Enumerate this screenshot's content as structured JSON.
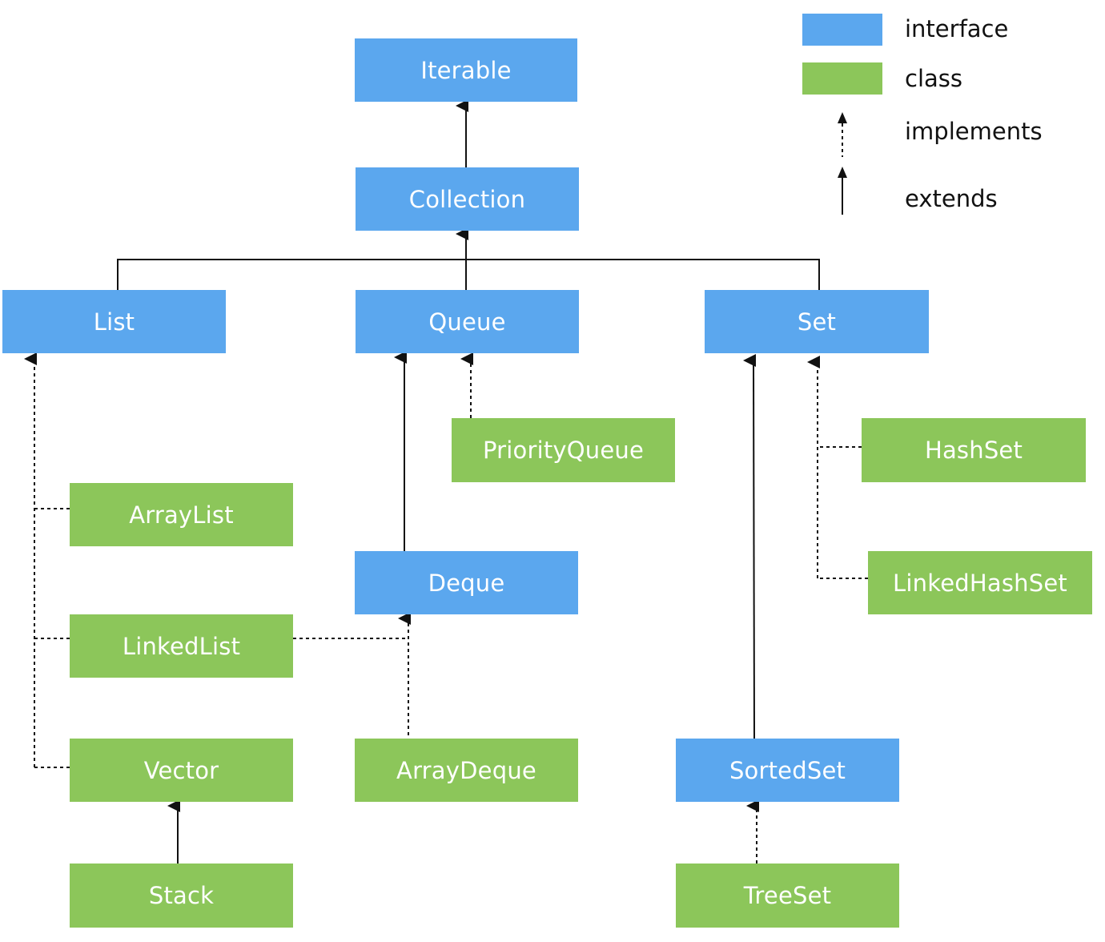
{
  "colors": {
    "interface": "#5ba7ee",
    "class": "#8cc65a",
    "line": "#111111"
  },
  "legend": {
    "interface_label": "interface",
    "class_label": "class",
    "implements_label": "implements",
    "extends_label": "extends"
  },
  "nodes": {
    "iterable": {
      "label": "Iterable",
      "kind": "interface"
    },
    "collection": {
      "label": "Collection",
      "kind": "interface"
    },
    "list": {
      "label": "List",
      "kind": "interface"
    },
    "queue": {
      "label": "Queue",
      "kind": "interface"
    },
    "set": {
      "label": "Set",
      "kind": "interface"
    },
    "priorityqueue": {
      "label": "PriorityQueue",
      "kind": "class"
    },
    "hashset": {
      "label": "HashSet",
      "kind": "class"
    },
    "arraylist": {
      "label": "ArrayList",
      "kind": "class"
    },
    "deque": {
      "label": "Deque",
      "kind": "interface"
    },
    "linkedhashset": {
      "label": "LinkedHashSet",
      "kind": "class"
    },
    "linkedlist": {
      "label": "LinkedList",
      "kind": "class"
    },
    "vector": {
      "label": "Vector",
      "kind": "class"
    },
    "arraydeque": {
      "label": "ArrayDeque",
      "kind": "class"
    },
    "sortedset": {
      "label": "SortedSet",
      "kind": "interface"
    },
    "stack": {
      "label": "Stack",
      "kind": "class"
    },
    "treeset": {
      "label": "TreeSet",
      "kind": "class"
    }
  },
  "edges": [
    {
      "from": "Collection",
      "to": "Iterable",
      "type": "extends"
    },
    {
      "from": "List",
      "to": "Collection",
      "type": "extends"
    },
    {
      "from": "Queue",
      "to": "Collection",
      "type": "extends"
    },
    {
      "from": "Set",
      "to": "Collection",
      "type": "extends"
    },
    {
      "from": "PriorityQueue",
      "to": "Queue",
      "type": "implements"
    },
    {
      "from": "Deque",
      "to": "Queue",
      "type": "extends"
    },
    {
      "from": "ArrayList",
      "to": "List",
      "type": "implements"
    },
    {
      "from": "LinkedList",
      "to": "List",
      "type": "implements"
    },
    {
      "from": "Vector",
      "to": "List",
      "type": "implements"
    },
    {
      "from": "Stack",
      "to": "Vector",
      "type": "extends"
    },
    {
      "from": "LinkedList",
      "to": "Deque",
      "type": "implements"
    },
    {
      "from": "ArrayDeque",
      "to": "Deque",
      "type": "implements"
    },
    {
      "from": "HashSet",
      "to": "Set",
      "type": "implements"
    },
    {
      "from": "LinkedHashSet",
      "to": "Set",
      "type": "implements"
    },
    {
      "from": "SortedSet",
      "to": "Set",
      "type": "extends"
    },
    {
      "from": "TreeSet",
      "to": "SortedSet",
      "type": "implements"
    }
  ]
}
